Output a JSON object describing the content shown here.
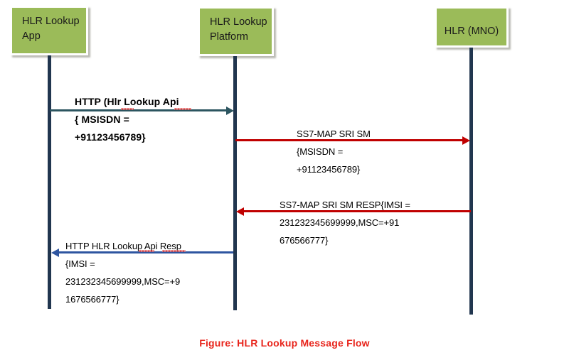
{
  "figure": {
    "caption": "Figure: HLR Lookup Message Flow",
    "caption_color": "#E8241B",
    "background": "#FFFFFF"
  },
  "theme": {
    "box_fill": "#9BBB59",
    "box_border": "#FFFFFF",
    "lifeline_color": "#21364F",
    "arrow_teal": "#2C5560",
    "arrow_red": "#C00000",
    "arrow_blue": "#2E55A0"
  },
  "participants": [
    {
      "id": "hlr-lookup-app",
      "label": "HLR Lookup\nApp",
      "align": "left"
    },
    {
      "id": "hlr-lookup-platform",
      "label": "HLR Lookup\nPlatform",
      "align": "left"
    },
    {
      "id": "hlr-mno",
      "label": "HLR (MNO)",
      "align": "center"
    }
  ],
  "messages": [
    {
      "id": "http-hlr-lookup-api-request",
      "from": "hlr-lookup-app",
      "to": "hlr-lookup-platform",
      "direction": "right",
      "color": "#2C5560",
      "bold": true,
      "label": "HTTP  (Hlr Lookup Api\n{ MSISDN =\n+91123456789}"
    },
    {
      "id": "ss7-map-sri-sm-request",
      "from": "hlr-lookup-platform",
      "to": "hlr-mno",
      "direction": "right",
      "color": "#C00000",
      "bold": false,
      "label": "SS7-MAP SRI SM\n{MSISDN =\n+91123456789}"
    },
    {
      "id": "ss7-map-sri-sm-response",
      "from": "hlr-mno",
      "to": "hlr-lookup-platform",
      "direction": "left",
      "color": "#C00000",
      "bold": false,
      "label": "SS7-MAP SRI SM RESP{IMSI =\n231232345699999,MSC=+91\n676566777}"
    },
    {
      "id": "http-hlr-lookup-api-response",
      "from": "hlr-lookup-platform",
      "to": "hlr-lookup-app",
      "direction": "left",
      "color": "#2E55A0",
      "bold": false,
      "label": "HTTP  HLR Lookup Api Resp\n{IMSI =\n231232345699999,MSC=+9\n1676566777}"
    }
  ]
}
